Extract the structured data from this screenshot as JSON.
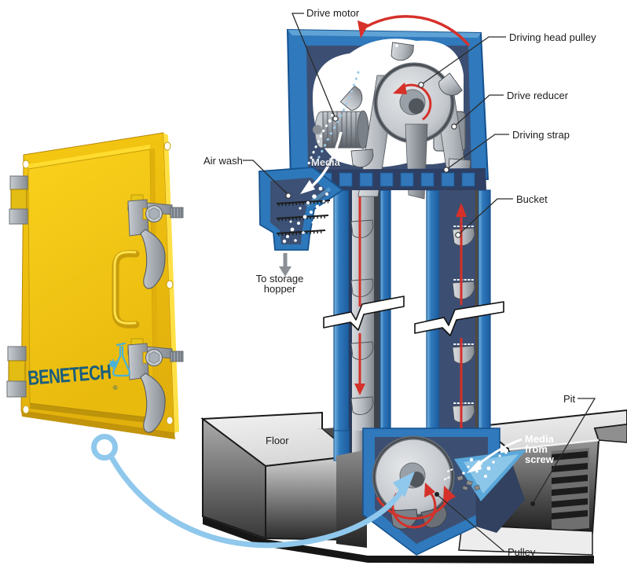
{
  "figure": {
    "labels": {
      "drive_motor": "Drive motor",
      "driving_head_pulley": "Driving head pulley",
      "drive_reducer": "Drive reducer",
      "driving_strap": "Driving strap",
      "bucket": "Bucket",
      "air_wash": "Air wash",
      "media": "Media",
      "to_storage_hopper_line1": "To storage",
      "to_storage_hopper_line2": "hopper",
      "floor": "Floor",
      "pit": "Pit",
      "media_from_screw_line1": "Media",
      "media_from_screw_line2": "from",
      "media_from_screw_line3": "screw",
      "pulley": "Pulley"
    },
    "colors": {
      "casing_blue": "#2F79BC",
      "interior_navy": "#3C4F73",
      "arrow_red": "#D5312A",
      "callout_blue": "#8FC8EC",
      "door_yellow": "#F2C614",
      "brand_teal": "#1B5E7C",
      "logo_icon_blue": "#47B2DC"
    }
  },
  "product": {
    "brand": "BENETECH",
    "registered_mark": "®"
  }
}
